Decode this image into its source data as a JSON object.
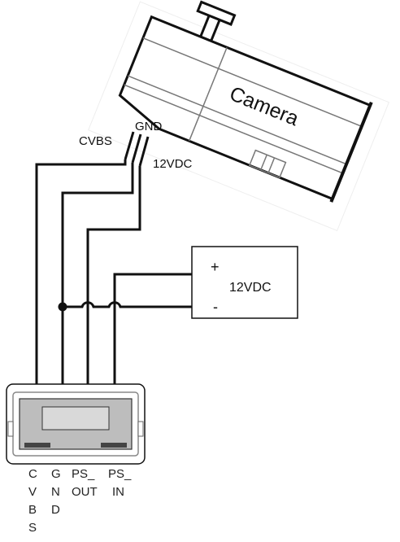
{
  "camera": {
    "label": "Camera",
    "cvbs_label": "CVBS",
    "gnd_label": "GND",
    "power_label": "12VDC"
  },
  "power_supply": {
    "plus": "+",
    "minus": "-",
    "label": "12VDC"
  },
  "connector": {
    "pins": [
      {
        "lines": [
          "C",
          "V",
          "B",
          "S"
        ]
      },
      {
        "lines": [
          "G",
          "N",
          "D"
        ]
      },
      {
        "lines": [
          "PS_",
          "OUT"
        ]
      },
      {
        "lines": [
          "PS_",
          "IN"
        ]
      }
    ]
  }
}
